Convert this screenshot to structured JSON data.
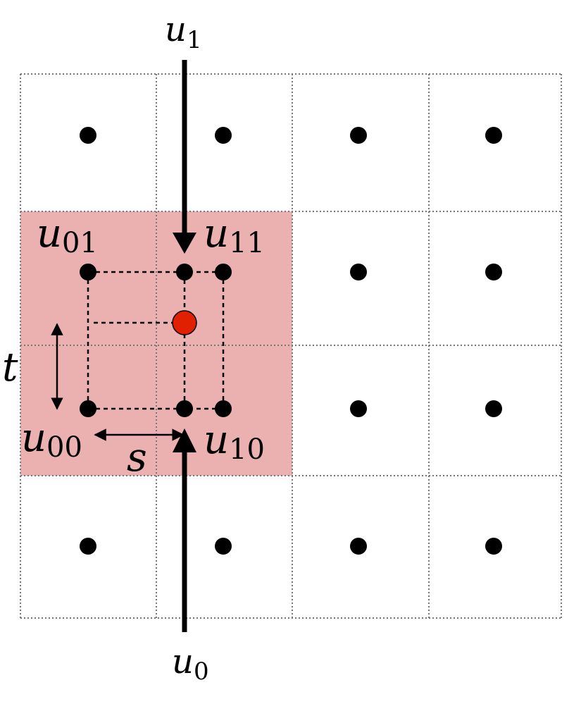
{
  "labels": {
    "u1_base": "u",
    "u1_sub": "1",
    "u0_base": "u",
    "u0_sub": "0",
    "u01_base": "u",
    "u01_sub": "01",
    "u11_base": "u",
    "u11_sub": "11",
    "u00_base": "u",
    "u00_sub": "00",
    "u10_base": "u",
    "u10_sub": "10",
    "s": "s",
    "t": "t"
  },
  "colors": {
    "highlight": "#ebb1b1",
    "sample_point": "#e02000",
    "grid_line": "#777777",
    "dot": "#000000"
  }
}
